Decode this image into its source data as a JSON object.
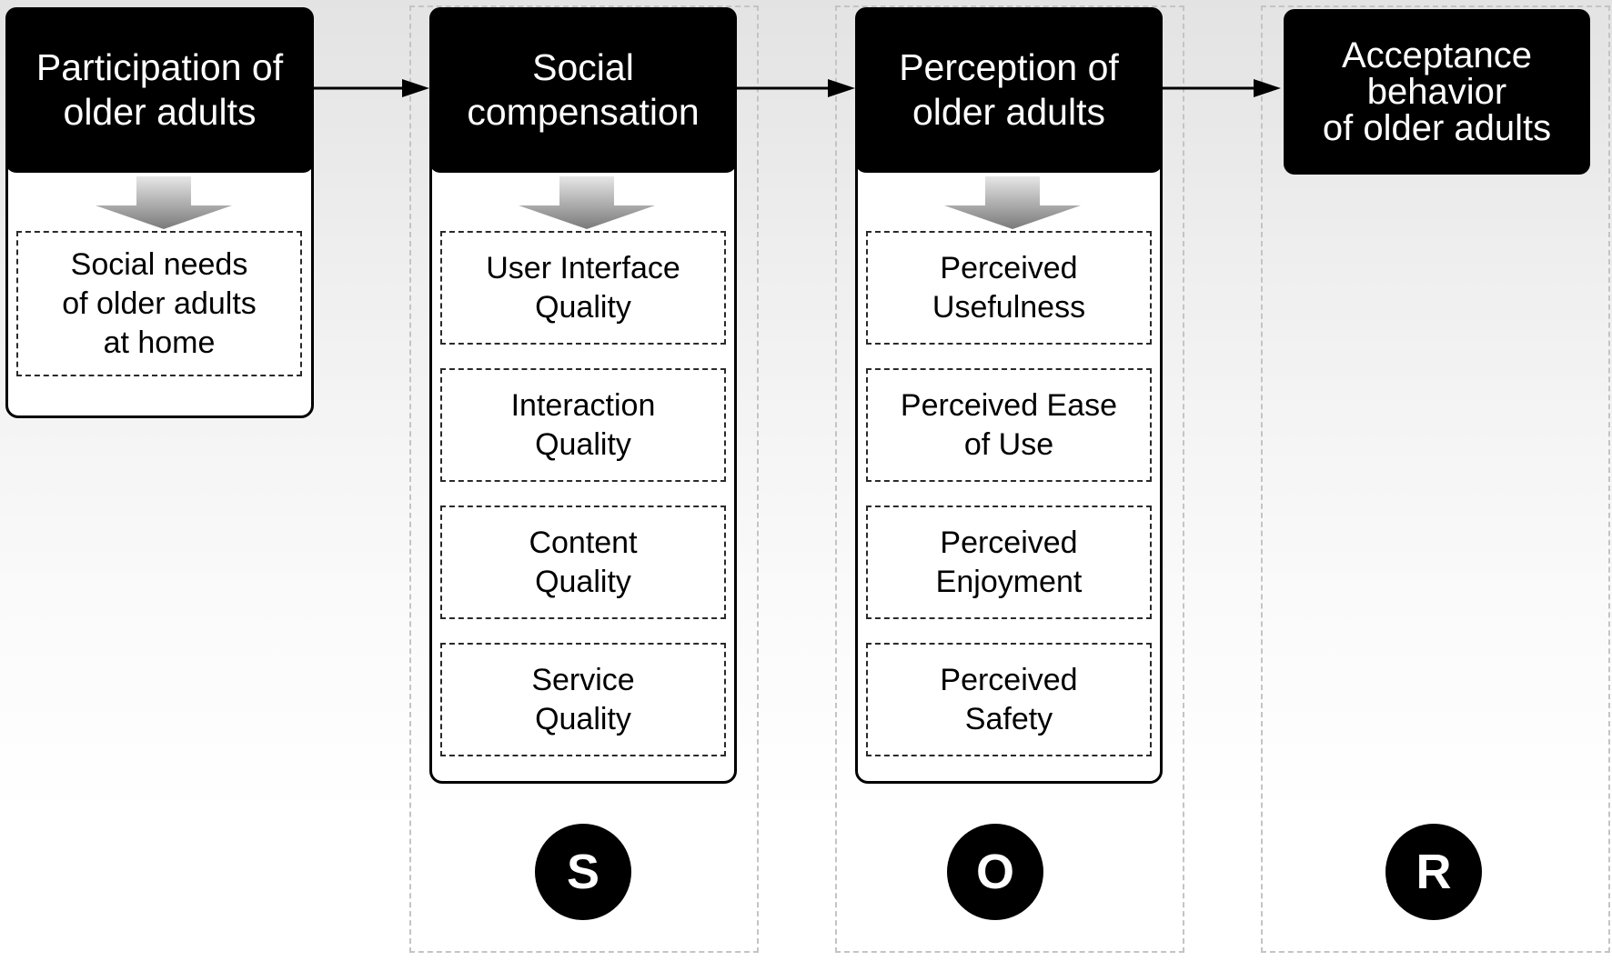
{
  "stages": [
    {
      "head": "Participation of\nolder adults",
      "items": [
        "Social needs\nof older adults\nat home"
      ]
    },
    {
      "head": "Social\ncompensation",
      "items": [
        "User Interface\nQuality",
        "Interaction\nQuality",
        "Content\nQuality",
        "Service\nQuality"
      ],
      "letter": "S"
    },
    {
      "head": "Perception of\nolder adults",
      "items": [
        "Perceived\nUsefulness",
        "Perceived Ease\nof Use",
        "Perceived\nEnjoyment",
        "Perceived\nSafety"
      ],
      "letter": "O"
    },
    {
      "head": "Acceptance\nbehavior\nof older adults",
      "letter": "R"
    }
  ]
}
